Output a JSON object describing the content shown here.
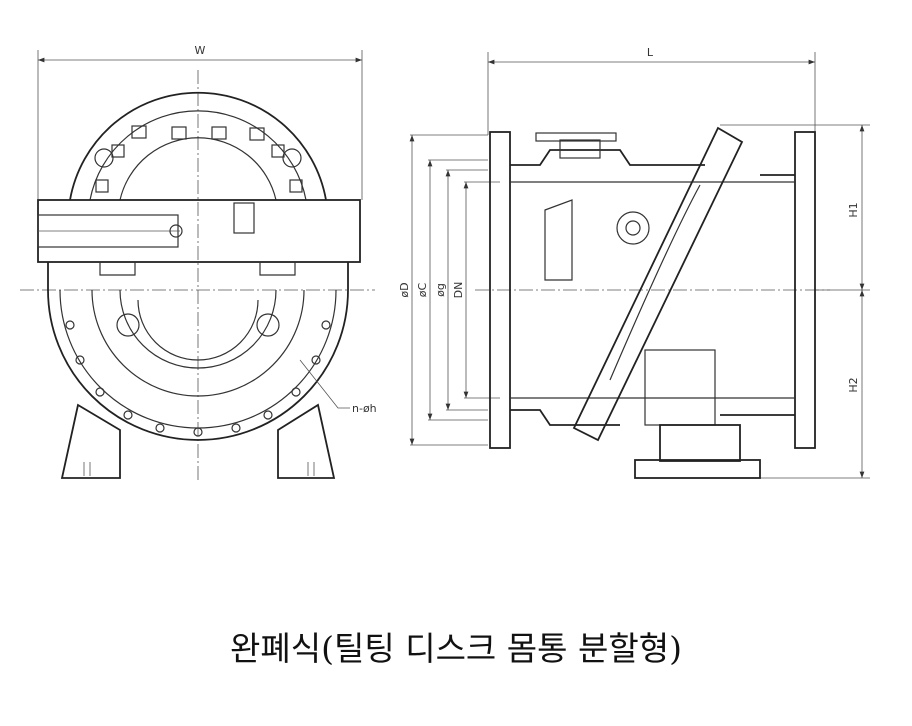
{
  "title": "완폐식(틸팅 디스크 몸통 분할형)",
  "front_view": {
    "width_label": "W",
    "hole_label": "n-øh"
  },
  "side_view": {
    "length_label": "L",
    "height_upper_label": "H1",
    "height_lower_label": "H2",
    "diameter_labels": [
      "øD",
      "øC",
      "øg",
      "DN"
    ]
  }
}
